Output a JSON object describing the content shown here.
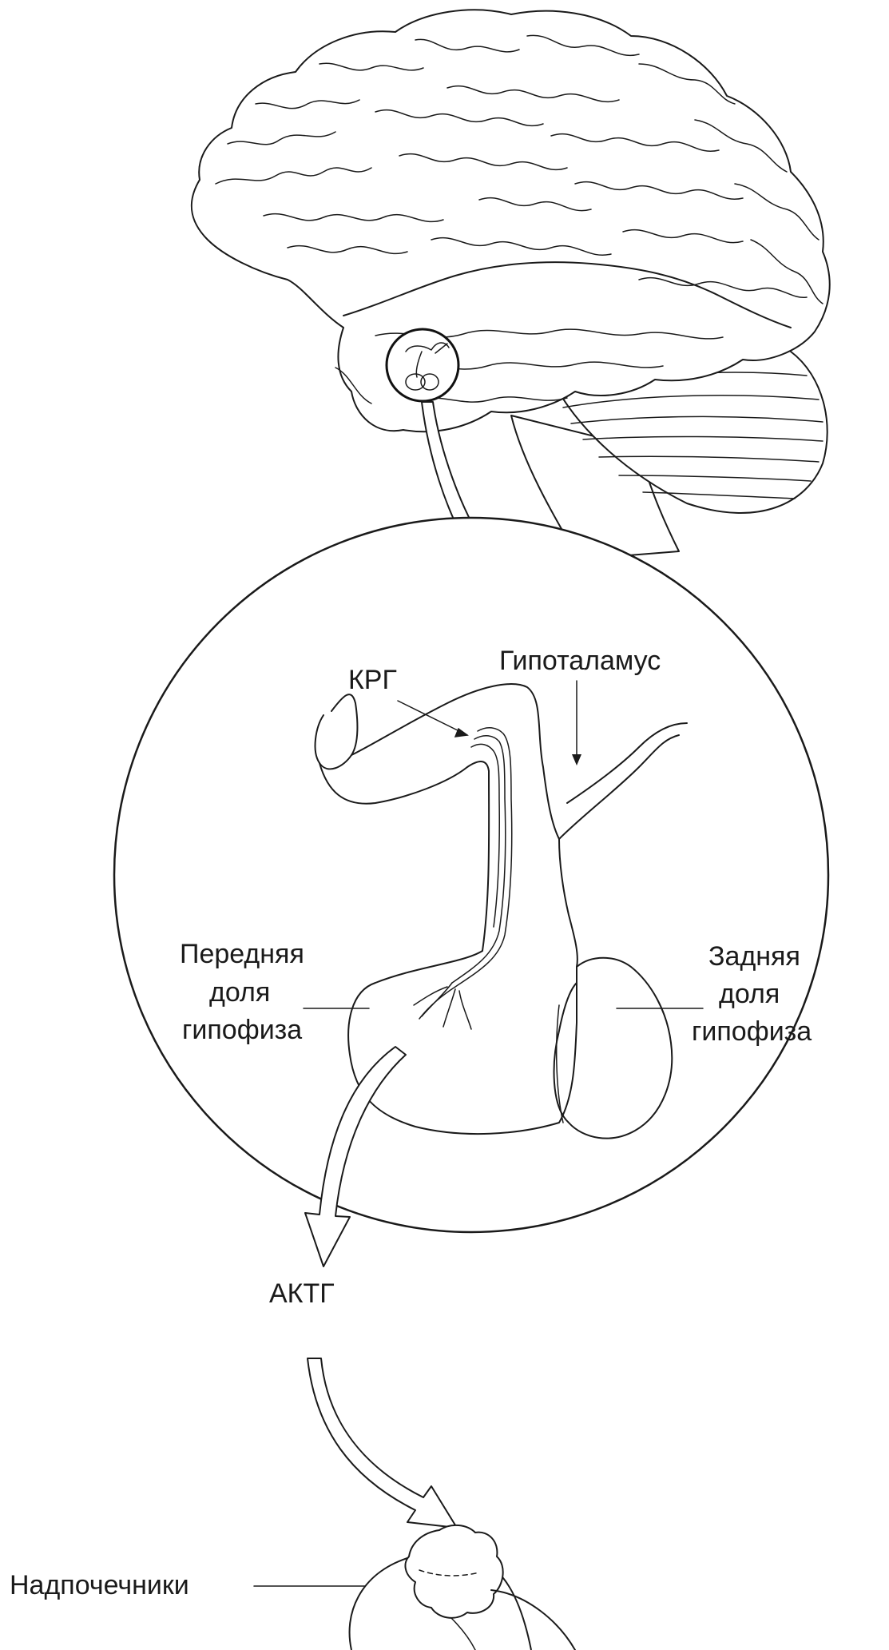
{
  "labels": {
    "hypothalamus": "Гипоталамус",
    "crh": "КРГ",
    "anterior_line1": "Передняя",
    "anterior_line2": "доля",
    "anterior_line3": "гипофиза",
    "posterior_line1": "Задняя",
    "posterior_line2": "доля",
    "posterior_line3": "гипофиза",
    "acth": "АКТГ",
    "adrenals": "Надпочечники"
  },
  "colors": {
    "ink": "#1a1a1a",
    "background": "#ffffff"
  }
}
